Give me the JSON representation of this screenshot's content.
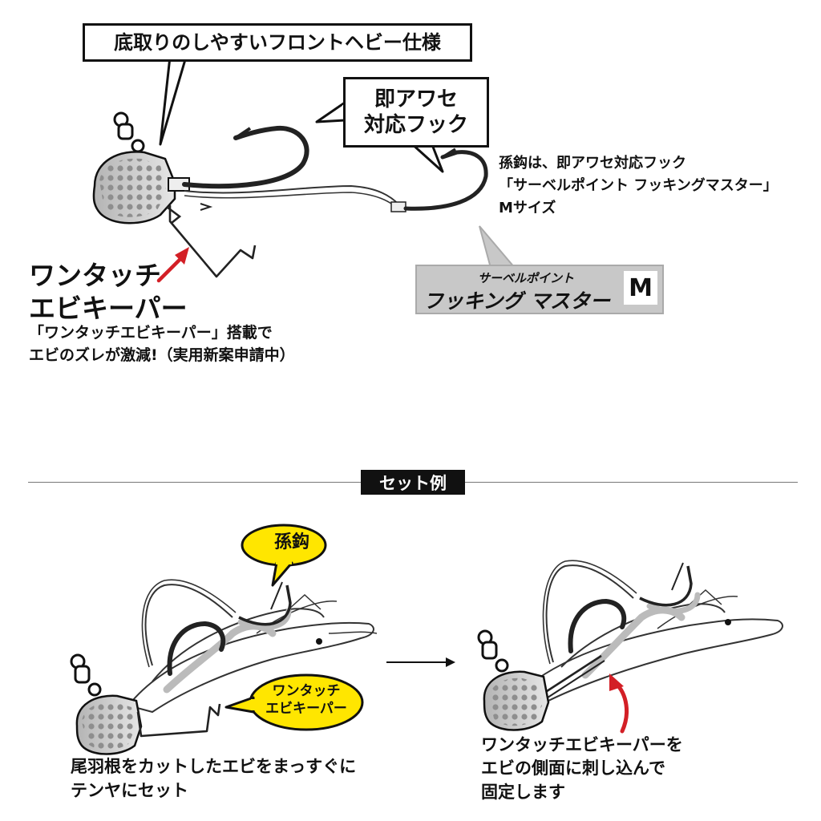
{
  "top": {
    "callout_front_heavy": "底取りのしやすいフロントヘビー仕様",
    "callout_quick_hook": [
      "即アワセ",
      "対応フック"
    ],
    "onetouch_title": [
      "ワンタッチ",
      "エビキーパー"
    ],
    "onetouch_description": [
      "「ワンタッチエビキーパー」搭載で",
      "エビのズレが激減!（実用新案申請中）"
    ],
    "hook_description": [
      "孫鈎は、即アワセ対応フック",
      "「サーベルポイント フッキングマスター」",
      "Mサイズ"
    ],
    "product_label": {
      "sub": "サーベルポイント",
      "main": "フッキング マスター",
      "size": "M"
    }
  },
  "section": {
    "title": "セット例"
  },
  "example": {
    "bubble_mago": "孫鈎",
    "bubble_ebi_keeper": [
      "ワンタッチ",
      "エビキーパー"
    ],
    "caption_left": [
      "尾羽根をカットしたエビをまっすぐに",
      "テンヤにセット"
    ],
    "caption_right": [
      "ワンタッチエビキーパーを",
      "エビの側面に刺し込んで",
      "固定します"
    ]
  },
  "colors": {
    "accent_red": "#d31f26",
    "bubble_yellow": "#ffe600",
    "label_gray": "#c8c8c8",
    "ink": "#111111"
  }
}
